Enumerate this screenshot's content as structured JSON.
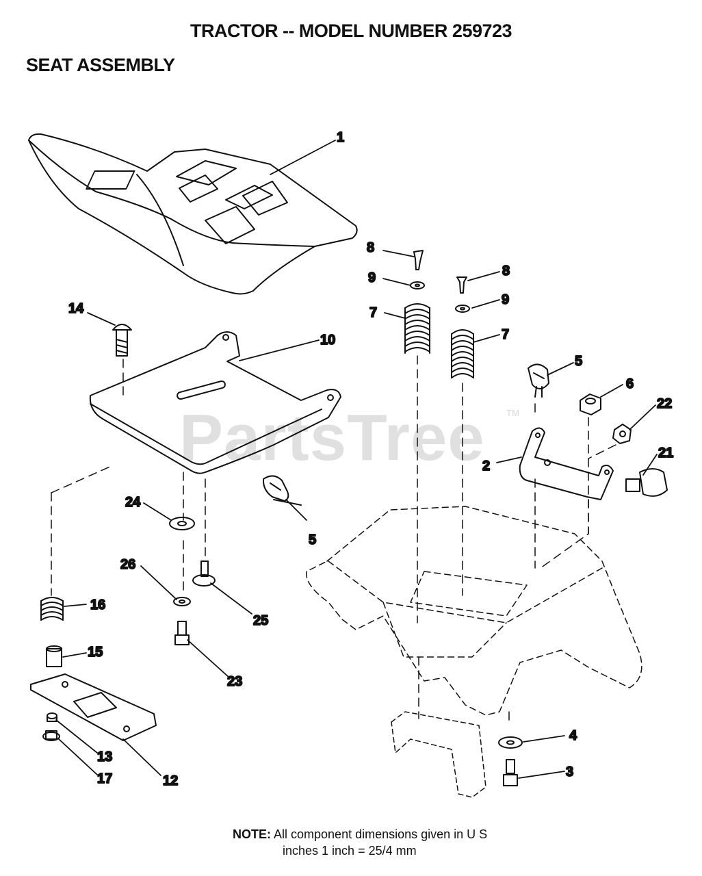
{
  "header": {
    "title": "TRACTOR -- MODEL NUMBER 259723",
    "subtitle": "SEAT ASSEMBLY"
  },
  "watermark": {
    "text": "PartsTree",
    "tm": "TM"
  },
  "callouts": {
    "c1": "1",
    "c2": "2",
    "c3": "3",
    "c4": "4",
    "c5a": "5",
    "c5b": "5",
    "c6": "6",
    "c7a": "7",
    "c7b": "7",
    "c8a": "8",
    "c8b": "8",
    "c9a": "9",
    "c9b": "9",
    "c10": "10",
    "c12": "12",
    "c13": "13",
    "c14": "14",
    "c15": "15",
    "c16": "16",
    "c17": "17",
    "c21": "21",
    "c22": "22",
    "c23": "23",
    "c24": "24",
    "c25": "25",
    "c26": "26"
  },
  "note": {
    "label": "NOTE:",
    "line1": "All component dimensions given in U S",
    "line2": "inches 1 inch = 25/4 mm"
  }
}
